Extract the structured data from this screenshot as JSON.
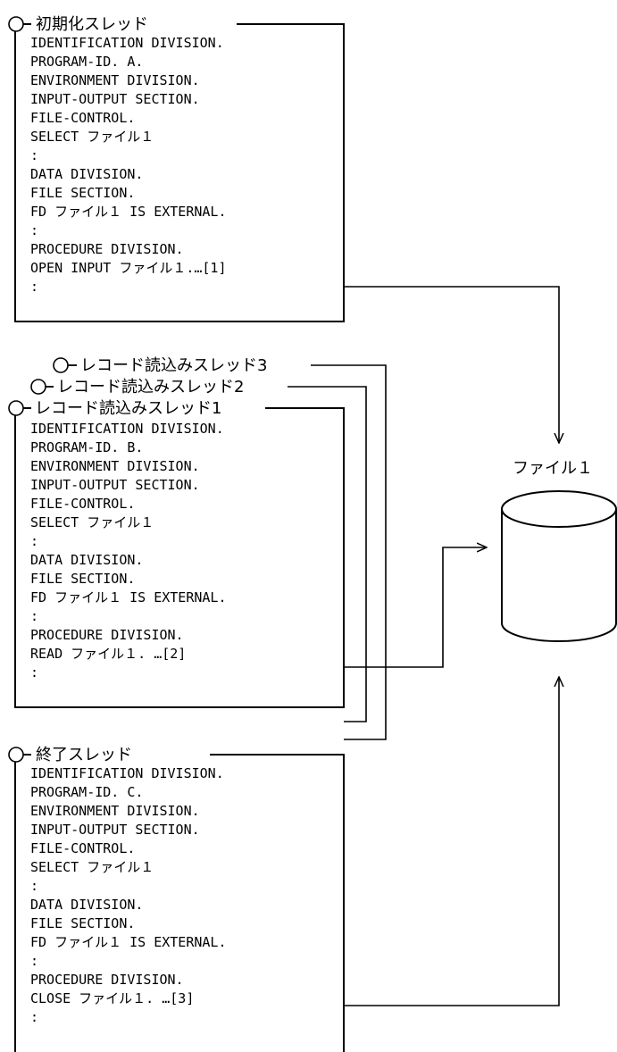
{
  "threads": {
    "init": {
      "title": "初期化スレッド",
      "lines": [
        "IDENTIFICATION DIVISION.",
        " PROGRAM-ID. A.",
        "ENVIRONMENT DIVISION.",
        " INPUT-OUTPUT SECTION.",
        "  FILE-CONTROL.",
        "    SELECT ファイル１",
        "      :",
        "DATA DIVISION.",
        " FILE SECTION.",
        "  FD  ファイル１  IS EXTERNAL.",
        "      :",
        "PROCEDURE DIVISION.",
        "    OPEN INPUT ファイル１.…[1]",
        "      :"
      ]
    },
    "read": {
      "titles": [
        "レコード読込みスレッド3",
        "レコード読込みスレッド2",
        "レコード読込みスレッド1"
      ],
      "lines": [
        "IDENTIFICATION DIVISION.",
        " PROGRAM-ID. B.",
        "ENVIRONMENT DIVISION.",
        " INPUT-OUTPUT SECTION.",
        "  FILE-CONTROL.",
        "    SELECT ファイル１",
        "      :",
        "DATA DIVISION.",
        " FILE SECTION.",
        "  FD  ファイル１  IS EXTERNAL.",
        "      :",
        "PROCEDURE DIVISION.",
        "    READ  ファイル１.     …[2]",
        "      :"
      ]
    },
    "end": {
      "title": "終了スレッド",
      "lines": [
        "IDENTIFICATION DIVISION.",
        " PROGRAM-ID. C.",
        "ENVIRONMENT DIVISION.",
        " INPUT-OUTPUT SECTION.",
        "  FILE-CONTROL.",
        "    SELECT ファイル１",
        "      :",
        "DATA DIVISION.",
        " FILE SECTION.",
        "  FD  ファイル１  IS EXTERNAL.",
        "      :",
        "PROCEDURE DIVISION.",
        "    CLOSE ファイル１.     …[3]",
        "      :"
      ]
    }
  },
  "file": {
    "label": "ファイル１"
  }
}
